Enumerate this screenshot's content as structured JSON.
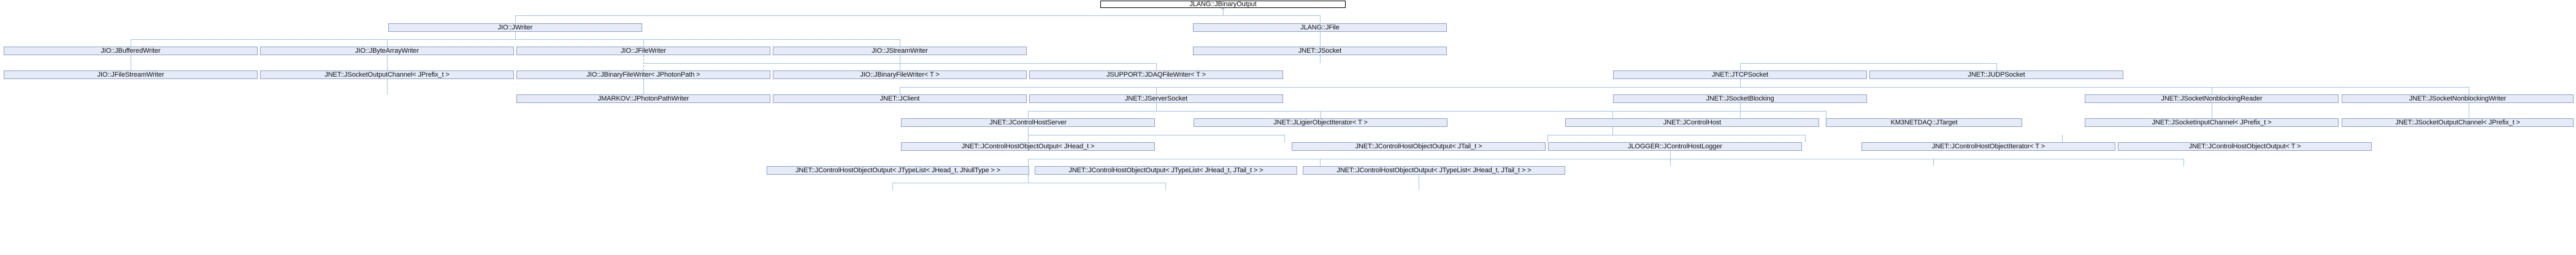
{
  "diagram": {
    "title": "JLANG::JBinaryOutput inheritance graph",
    "type": "class-inheritance-graph",
    "colors": {
      "node_fill": "#e7ebf7",
      "node_border": "#8aa0cc",
      "root_border": "#000000",
      "edge": "#9fc5e8",
      "template_edge": "#8fbf8f"
    }
  },
  "nodes": {
    "root": "JLANG::JBinaryOutput",
    "r2c1": "JIO::JWriter",
    "r2c2": "JLANG::JFile",
    "r3c1": "JIO::JBufferedWriter",
    "r3c2": "JIO::JByteArrayWriter",
    "r3c3": "JIO::JFileWriter",
    "r3c4": "JIO::JStreamWriter",
    "r3c5": "JNET::JSocket",
    "r4c1": "JIO::JFileStreamWriter",
    "r4c2": "JNET::JSocketOutputChannel< JPrefix_t >",
    "r4c3": "JIO::JBinaryFileWriter< JPhotonPath >",
    "r4c4": "JIO::JBinaryFileWriter< T >",
    "r4c5": "JSUPPORT::JDAQFileWriter< T >",
    "r4c6": "JNET::JTCPSocket",
    "r4c7": "JNET::JUDPSocket",
    "r5c1": "JMARKOV::JPhotonPathWriter",
    "r5c2": "JNET::JClient",
    "r5c3": "JNET::JServerSocket",
    "r5c4": "JNET::JSocketBlocking",
    "r5c5": "JNET::JSocketNonblockingReader",
    "r5c6": "JNET::JSocketNonblockingWriter",
    "r6c1": "JNET::JControlHostServer",
    "r6c2": "JNET::JLigierObjectIterator< T >",
    "r6c3": "JNET::JControlHost",
    "r6c4": "KM3NETDAQ::JTarget",
    "r6c5": "JNET::JSocketInputChannel< JPrefix_t >",
    "r6c6": "JNET::JSocketOutputChannel< JPrefix_t >",
    "r7c1": "JNET::JControlHostObjectOutput< JHead_t >",
    "r7c2": "JNET::JControlHostObjectOutput< JTail_t >",
    "r7c3": "JLOGGER::JControlHostLogger",
    "r7c4": "JNET::JControlHostObjectIterator< T >",
    "r7c5": "JNET::JControlHostObjectOutput< T >",
    "r8c1": "JNET::JControlHostObjectOutput< JTypeList< JHead_t, JNullType > >",
    "r8c2": "JNET::JControlHostObjectOutput< JTypeList< JHead_t, JTail_t > >",
    "r8c3": "JNET::JControlHostObjectOutput< JTypeList< JHead_t, JTail_t > >"
  }
}
